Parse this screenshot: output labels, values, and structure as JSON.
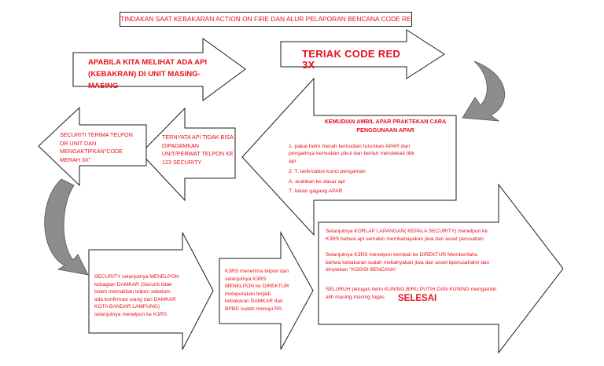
{
  "title": "TINDAKAN SAAT KEBAKARAN ACTION ON FIRE DAN ALUR PELAPORAN  BENCANA CODE RED",
  "colors": {
    "text": "#e8101c",
    "outline": "#1a1a1a",
    "curve_fill": "#8c8c8c"
  },
  "boxes": {
    "kebakaran": "APABILA  KITA MELIHAT ADA API\n(KEBAKRAN) DI UNIT MASING-MASING",
    "teriak": "TERIAK CODE RED  3X",
    "apar_heading": "KEMUDIAN AMBIL APAR PRAKTEKAN CARA\nPENGGUNAAN APAR",
    "apar_steps": [
      "1.     pakai helm merah kemudian turunkan APAR dari",
      "         pengaitnya kemudian pikul dan berlari mendekati titik",
      "         api",
      "2.     T. tarik/cabut  kunci pengaman",
      "         A. arahkan ke dasar api",
      "         T .tekan gagang APAR"
    ],
    "tidak_bisa": "TERNYATA API TIDAK BISA\nDIPADAMKAN\nUNIT/PERWAT TELPON KE\n123 SECURITY",
    "securiti": "SECURITI TERIMA TELPON\nDR UNIT DAN\nMENGAKTIFKAN\"CODE\nMERAH 3X\"",
    "damkar": "SECURITY selanjutnya MENELPON\nkebagian DAMKAR (Securiti tidak\nboleh mematikan telpon sebelum\nada konfirmasi ulang dari DAMKAR\nKOTA BANDAR LAMPUNG)\nselanjutnya menelpon ke K3RS",
    "k3rs": "K3RS menerima telpon dan\nselanjutnya K3RS\nMENELPON ke DIREKTUR\nmelaporakan terjadi\nkebakaran DAMKAR dan\nBPBD  sudah menuju RS",
    "final_p1": "Selanjutnya KORLAP LAPANGAN( KEPALA SECURITY) menelpon ke\nK3RS bahwa api semakin membahayakan jiwa dan asset perusahan",
    "final_p2": "Selanjutnya K3RS menelpon kembali ke DIREKTUR Memberitahu\nbahwa kebakaran sudah mebahyakan jiwa dan asset bperusahahn dan\ndinytekan \"KODISI BENCANA\"",
    "final_p3": "SELURUH petugas helm KUNING,BIRU,PUTIH DAN KUNING mengambil\nalih masing-masing tugas",
    "selesai": "SELESAI"
  }
}
